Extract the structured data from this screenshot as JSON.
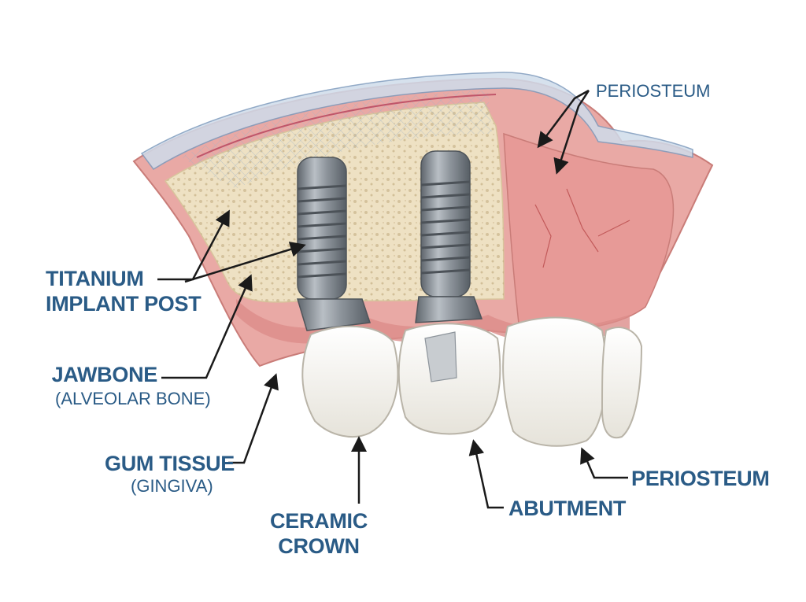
{
  "labels": {
    "periosteum_top": "PERIOSTEUM",
    "titanium_line1": "TITANIUM",
    "titanium_line2": "IMPLANT POST",
    "jawbone": "JAWBONE",
    "jawbone_sub": "(ALVEOLAR BONE)",
    "gum": "GUM TISSUE",
    "gum_sub": "(GINGIVA)",
    "ceramic_line1": "CERAMIC",
    "ceramic_line2": "CROWN",
    "abutment": "ABUTMENT",
    "periosteum_bottom": "PERIOSTEUM"
  },
  "colors": {
    "label_text": "#2a5b86",
    "leader_line": "#1a1a1a",
    "gum": "#e7a3a0",
    "bone": "#eee1c3",
    "implant": "#8c939a",
    "tooth": "#f3f1ea"
  }
}
